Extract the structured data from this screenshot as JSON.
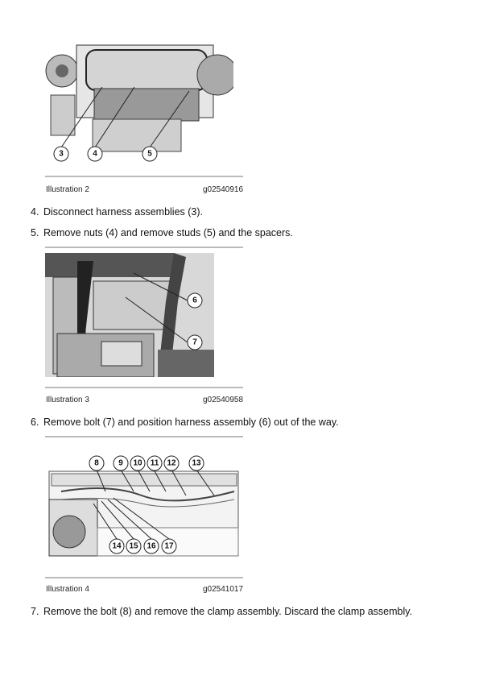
{
  "illustrations": [
    {
      "label": "Illustration 2",
      "code": "g02540916",
      "callouts": [
        "3",
        "4",
        "5"
      ]
    },
    {
      "label": "Illustration 3",
      "code": "g02540958",
      "callouts": [
        "6",
        "7"
      ]
    },
    {
      "label": "Illustration 4",
      "code": "g02541017",
      "callouts": [
        "8",
        "9",
        "10",
        "11",
        "12",
        "13",
        "14",
        "15",
        "16",
        "17"
      ]
    }
  ],
  "steps": [
    {
      "num": "4.",
      "text": "Disconnect harness assemblies (3)."
    },
    {
      "num": "5.",
      "text": "Remove nuts (4) and remove studs (5) and the spacers."
    },
    {
      "num": "6.",
      "text": "Remove bolt (7) and position harness assembly (6) out of the way."
    },
    {
      "num": "7.",
      "text": "Remove the bolt (8) and remove the clamp assembly. Discard the clamp assembly."
    }
  ]
}
